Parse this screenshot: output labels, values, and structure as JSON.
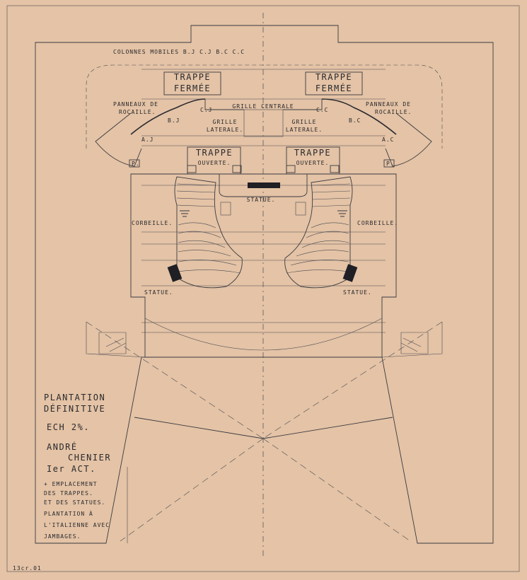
{
  "drawing": {
    "mobile_columns": "COLONNES MOBILES B.J C.J B.C C.C",
    "trap_closed_l1": "TRAPPE",
    "trap_closed_l2": "FERMÉE",
    "trap_closed_r1": "TRAPPE",
    "trap_closed_r2": "FERMÉE",
    "panels_l1": "PANNEAUX DE",
    "panels_l2": "ROCAILLE.",
    "panels_r1": "PANNEAUX DE",
    "panels_r2": "ROCAILLE.",
    "central_grille": "GRILLE CENTRALE",
    "lateral_l1": "GRILLE",
    "lateral_l2": "LATERALE.",
    "lateral_r1": "GRILLE",
    "lateral_r2": "LATERALE.",
    "mark_cj": "C.J",
    "mark_cc": "C.C",
    "mark_bj": "B.J",
    "mark_bc": "B.C",
    "mark_aj": "A.J",
    "mark_ac": "A.C",
    "mark_p": "P.",
    "trap_open_l1": "TRAPPE",
    "trap_open_l2": "OUVERTE.",
    "trap_open_r1": "TRAPPE",
    "trap_open_r2": "OUVERTE.",
    "statue_center": "STATUE.",
    "corbeille_l": "CORBEILLE.",
    "corbeille_r": "CORBEILLE.",
    "statue_left": "STATUE.",
    "statue_right": "STATUE."
  },
  "title_block": {
    "line1": "PLANTATION",
    "line2": "DÉFINITIVE",
    "scale": "ECH 2%.",
    "opera_1": "ANDRÉ",
    "opera_2": "CHENIER",
    "act": "Ier ACT.",
    "note_1": "+ EMPLACEMENT",
    "note_2": "DES TRAPPES.",
    "note_3": "ET DES STATUES.",
    "note_4": "PLANTATION À",
    "note_5": "L'ITALIENNE AVEC",
    "note_6": "JAMBAGES."
  },
  "archive_mark": "13cr.01"
}
